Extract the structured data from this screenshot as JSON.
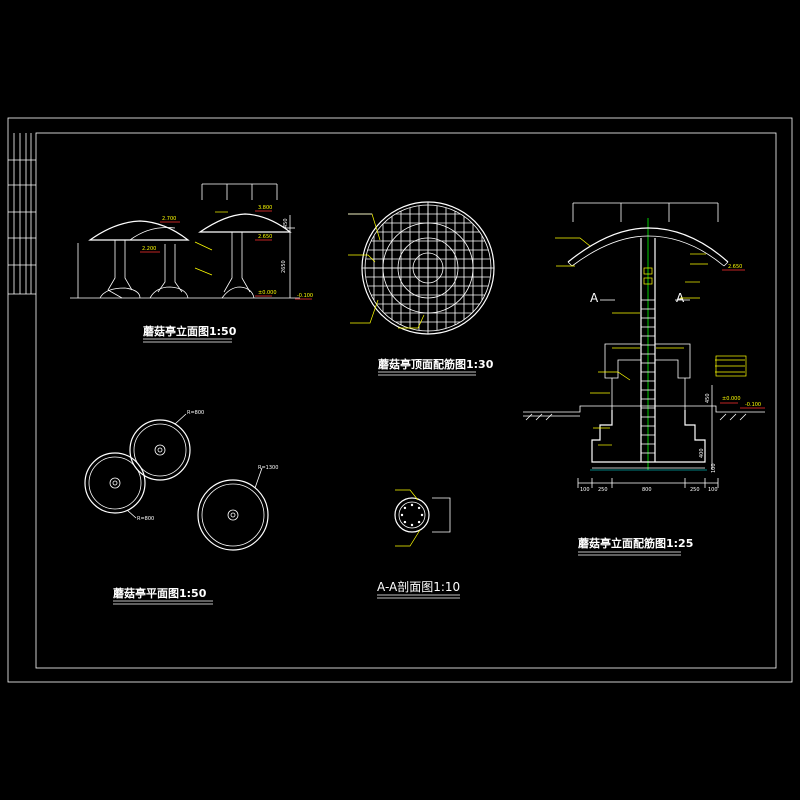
{
  "drawing": {
    "titles": {
      "elevation": "蘑菇亭立面图1:50",
      "roof_rebar": "蘑菇亭顶面配筋图1:30",
      "section_rebar": "蘑菇亭立面配筋图1:25",
      "plan": "蘑菇亭平面图1:50",
      "section_aa": "A-A剖面图1:10"
    },
    "elevation_dims": {
      "d1": "3.800",
      "d2": "2.700",
      "d3": "2.650",
      "d4": "2.200",
      "d5": "2650",
      "d6": "±0.000",
      "d7": "-0.100",
      "d8": "450"
    },
    "plan_dims": {
      "r1": "R=800",
      "r2": "R=800",
      "r3": "R=1300"
    },
    "section_marks": {
      "a_left": "A",
      "a_right": "A",
      "e1": "2.650",
      "e2": "±0.000",
      "e3": "-0.100",
      "b1": "100",
      "b2": "250",
      "b3": "800",
      "b4": "250",
      "b5": "100",
      "h1": "450",
      "h2": "400",
      "h3": "100"
    }
  }
}
